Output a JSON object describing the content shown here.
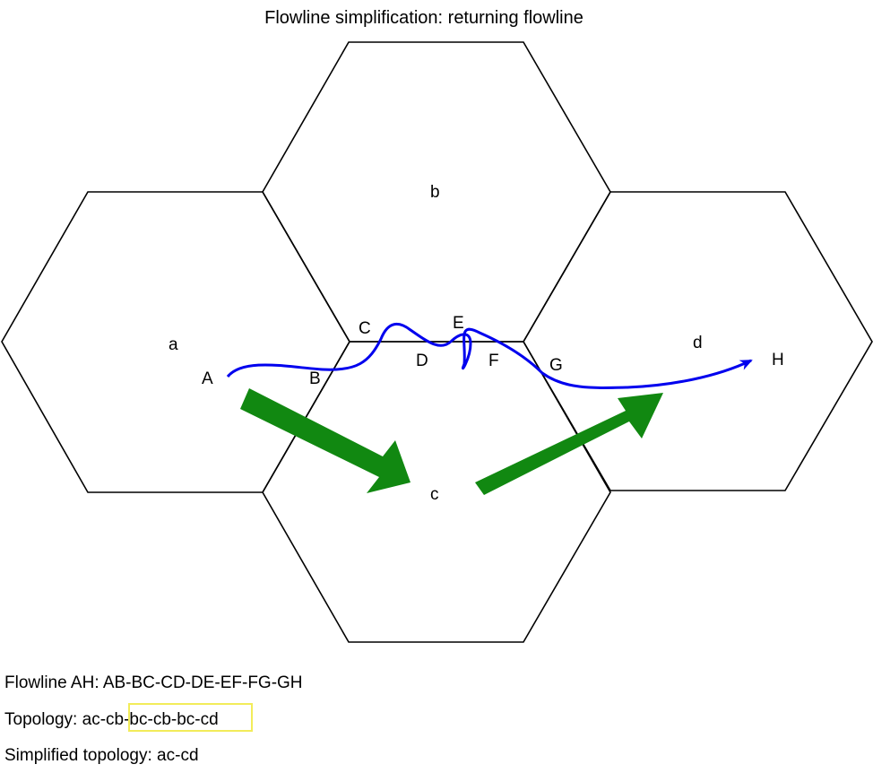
{
  "title": "Flowline simplification: returning flowline",
  "cells": {
    "a": "a",
    "b": "b",
    "c": "c",
    "d": "d"
  },
  "points": {
    "A": "A",
    "B": "B",
    "C": "C",
    "D": "D",
    "E": "E",
    "F": "F",
    "G": "G",
    "H": "H"
  },
  "info": {
    "flowline_prefix": "Flowline AH: ",
    "flowline_segments": "AB-BC-CD-DE-EF-FG-GH",
    "topology_prefix": "Topology: ",
    "topology_start": "ac",
    "topology_loop": "-cb-bc-cb-bc-",
    "topology_end": "cd",
    "simplified_prefix": "Simplified topology: ",
    "simplified_value": "ac-cd"
  },
  "colors": {
    "hex_stroke": "#000000",
    "flowline": "#0000ee",
    "direction_arrow": "#118811",
    "highlight": "#f2ec5a"
  }
}
